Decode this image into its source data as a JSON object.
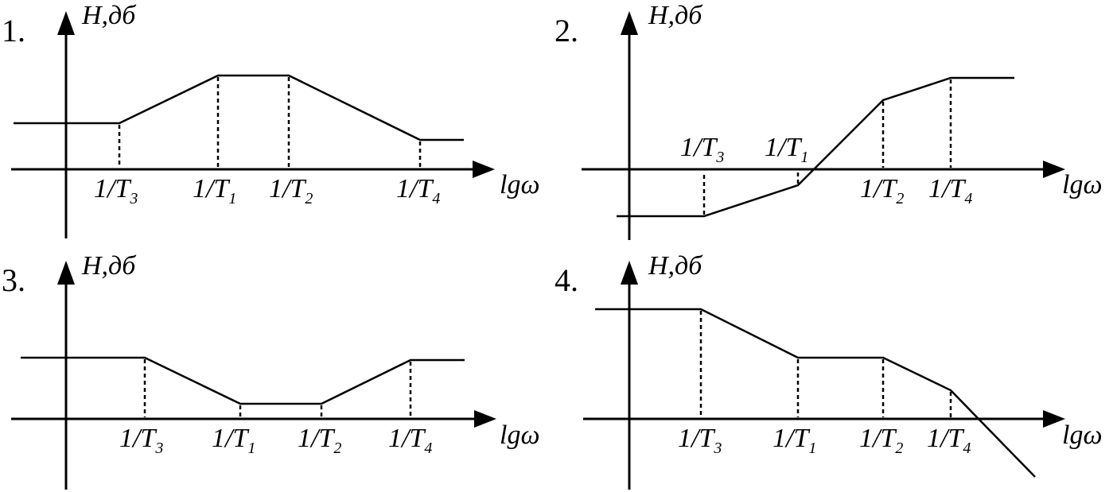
{
  "panels": [
    {
      "number": "1.",
      "y_label": "H,дб",
      "x_label": "lgω",
      "ticks": [
        {
          "main": "1/T",
          "sub": "3"
        },
        {
          "main": "1/T",
          "sub": "1"
        },
        {
          "main": "1/T",
          "sub": "2"
        },
        {
          "main": "1/T",
          "sub": "4"
        }
      ]
    },
    {
      "number": "2.",
      "y_label": "H,дб",
      "x_label": "lgω",
      "ticks": [
        {
          "main": "1/T",
          "sub": "3"
        },
        {
          "main": "1/T",
          "sub": "1"
        },
        {
          "main": "1/T",
          "sub": "2"
        },
        {
          "main": "1/T",
          "sub": "4"
        }
      ]
    },
    {
      "number": "3.",
      "y_label": "H,дб",
      "x_label": "lgω",
      "ticks": [
        {
          "main": "1/T",
          "sub": "3"
        },
        {
          "main": "1/T",
          "sub": "1"
        },
        {
          "main": "1/T",
          "sub": "2"
        },
        {
          "main": "1/T",
          "sub": "4"
        }
      ]
    },
    {
      "number": "4.",
      "y_label": "H,дб",
      "x_label": "lgω",
      "ticks": [
        {
          "main": "1/T",
          "sub": "3"
        },
        {
          "main": "1/T",
          "sub": "1"
        },
        {
          "main": "1/T",
          "sub": "2"
        },
        {
          "main": "1/T",
          "sub": "4"
        }
      ]
    }
  ]
}
